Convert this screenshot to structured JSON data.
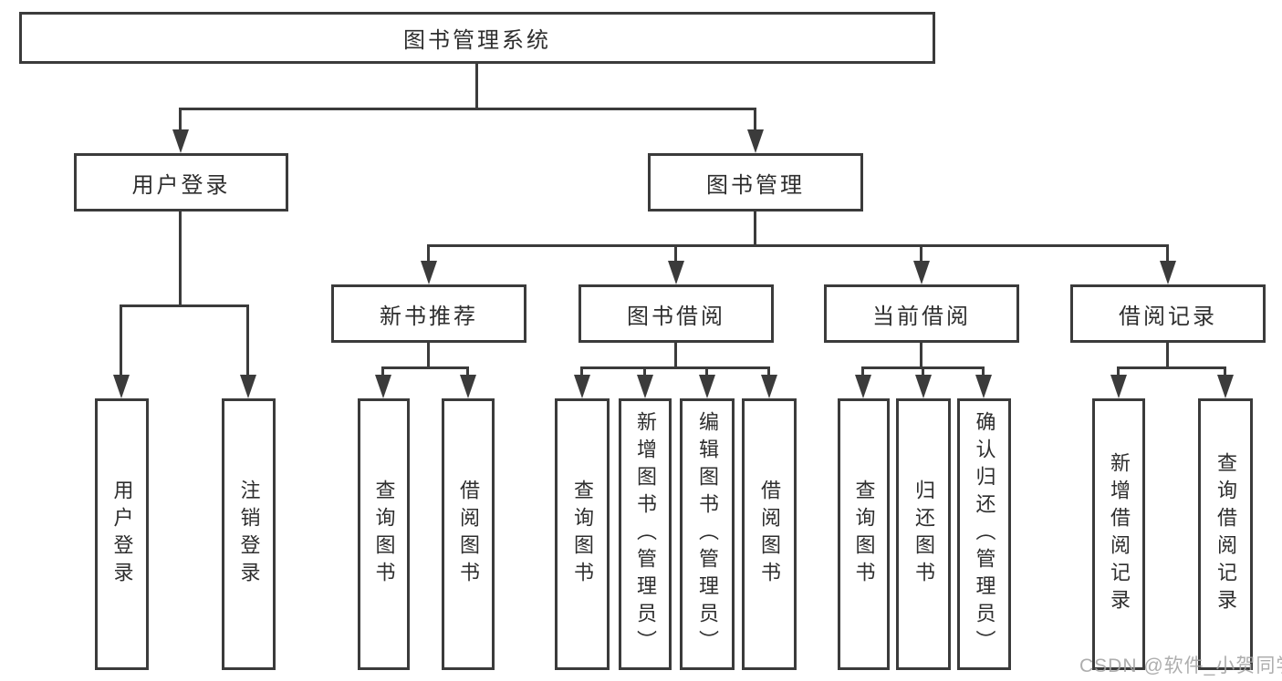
{
  "tree": {
    "root": {
      "label": "图书管理系统"
    },
    "children": [
      {
        "label": "用户登录",
        "children": [
          {
            "label": "用户登录"
          },
          {
            "label": "注销登录"
          }
        ]
      },
      {
        "label": "图书管理",
        "children": [
          {
            "label": "新书推荐",
            "children": [
              {
                "label": "查询图书"
              },
              {
                "label": "借阅图书"
              }
            ]
          },
          {
            "label": "图书借阅",
            "children": [
              {
                "label": "查询图书"
              },
              {
                "label": "新增图书（管理员）"
              },
              {
                "label": "编辑图书（管理员）"
              },
              {
                "label": "借阅图书"
              }
            ]
          },
          {
            "label": "当前借阅",
            "children": [
              {
                "label": "查询图书"
              },
              {
                "label": "归还图书"
              },
              {
                "label": "确认归还（管理员）"
              }
            ]
          },
          {
            "label": "借阅记录",
            "children": [
              {
                "label": "新增借阅记录"
              },
              {
                "label": "查询借阅记录"
              }
            ]
          }
        ]
      }
    ]
  },
  "watermark": {
    "text": "CSDN @软件_小贺同学"
  },
  "colors": {
    "line": "#3b3b3b",
    "text": "#2e2e2e",
    "background": "#ffffff",
    "watermark": "#a3a3a3"
  }
}
